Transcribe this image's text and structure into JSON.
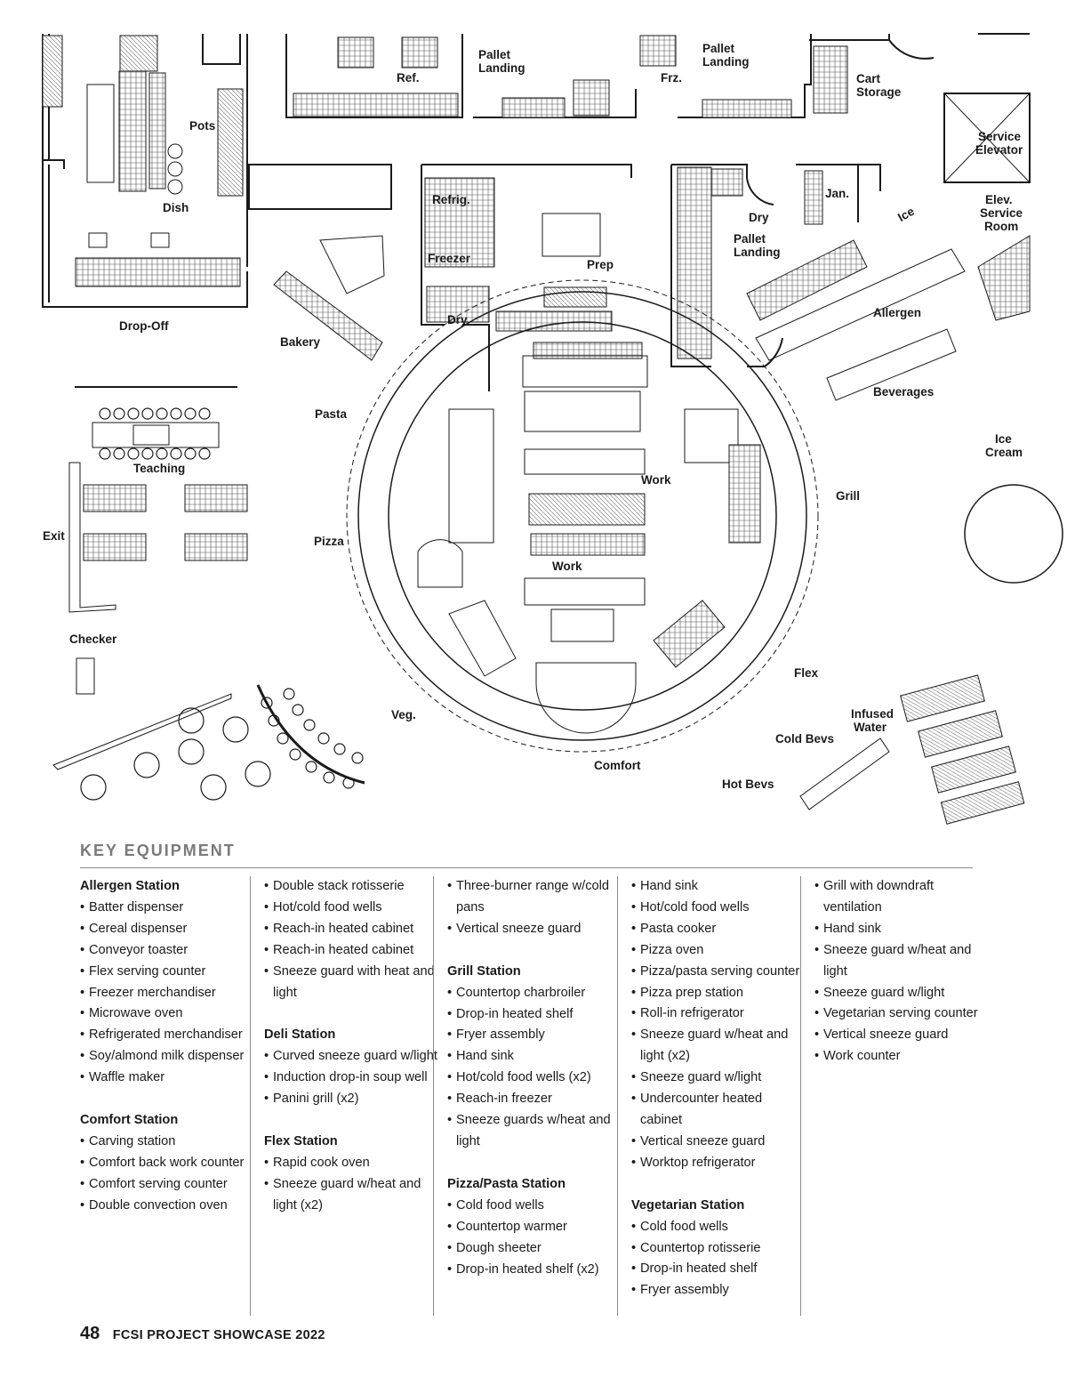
{
  "plan_labels": {
    "ref": "Ref.",
    "pallet_landing_1": [
      "Pallet",
      "Landing"
    ],
    "frz": "Frz.",
    "pallet_landing_2": [
      "Pallet",
      "Landing"
    ],
    "cart_storage": [
      "Cart",
      "Storage"
    ],
    "service_elevator": [
      "Service",
      "Elevator"
    ],
    "pots": "Pots",
    "dish": "Dish",
    "refrig": "Refrig.",
    "freezer": "Freezer",
    "prep": "Prep",
    "jan": "Jan.",
    "dry_1": "Dry",
    "pallet_landing_3": [
      "Pallet",
      "Landing"
    ],
    "ice": "Ice",
    "elev_service_room": [
      "Elev.",
      "Service",
      "Room"
    ],
    "drop_off": "Drop-Off",
    "bakery": "Bakery",
    "dry_2": "Dry",
    "allergen": "Allergen",
    "beverages": "Beverages",
    "pasta": "Pasta",
    "teaching": "Teaching",
    "ice_cream": [
      "Ice",
      "Cream"
    ],
    "work_1": "Work",
    "grill": "Grill",
    "exit": "Exit",
    "pizza": "Pizza",
    "work_2": "Work",
    "checker": "Checker",
    "flex": "Flex",
    "infused_water": [
      "Infused",
      "Water"
    ],
    "veg": "Veg.",
    "cold_bevs": "Cold Bevs",
    "comfort": "Comfort",
    "hot_bevs": "Hot Bevs"
  },
  "key_equipment": {
    "title": "KEY EQUIPMENT",
    "columns": [
      [
        {
          "heading": "Allergen Station",
          "items": [
            "Batter dispenser",
            "Cereal dispenser",
            "Conveyor toaster",
            "Flex serving counter",
            "Freezer merchandiser",
            "Microwave oven",
            "Refrigerated merchandiser",
            "Soy/almond milk dispenser",
            "Waffle maker"
          ]
        },
        {
          "heading": "Comfort Station",
          "items": [
            "Carving station",
            "Comfort back work counter",
            "Comfort serving counter",
            "Double convection oven"
          ]
        }
      ],
      [
        {
          "heading": "",
          "items": [
            "Double stack rotisserie",
            "Hot/cold food wells",
            "Reach-in heated cabinet",
            "Reach-in heated cabinet",
            "Sneeze guard with heat and light"
          ]
        },
        {
          "heading": "Deli Station",
          "items": [
            "Curved sneeze guard w/light",
            "Induction drop-in soup well",
            "Panini grill (x2)"
          ]
        },
        {
          "heading": "Flex Station",
          "items": [
            "Rapid cook oven",
            "Sneeze guard w/heat and light (x2)"
          ]
        }
      ],
      [
        {
          "heading": "",
          "items": [
            "Three-burner range w/cold pans",
            "Vertical sneeze guard"
          ]
        },
        {
          "heading": "Grill Station",
          "items": [
            "Countertop charbroiler",
            "Drop-in heated shelf",
            "Fryer assembly",
            "Hand sink",
            "Hot/cold food wells (x2)",
            "Reach-in freezer",
            "Sneeze guards w/heat and light"
          ]
        },
        {
          "heading": "Pizza/Pasta Station",
          "items": [
            "Cold food wells",
            "Countertop warmer",
            "Dough sheeter",
            "Drop-in heated shelf (x2)"
          ]
        }
      ],
      [
        {
          "heading": "",
          "items": [
            "Hand sink",
            "Hot/cold food wells",
            "Pasta cooker",
            "Pizza oven",
            "Pizza/pasta serving counter",
            "Pizza prep station",
            "Roll-in refrigerator",
            "Sneeze guard w/heat and light (x2)",
            "Sneeze guard w/light",
            "Undercounter heated cabinet",
            "Vertical sneeze guard",
            "Worktop refrigerator"
          ]
        },
        {
          "heading": "Vegetarian Station",
          "items": [
            "Cold food wells",
            "Countertop rotisserie",
            "Drop-in heated shelf",
            "Fryer assembly"
          ]
        }
      ],
      [
        {
          "heading": "",
          "items": [
            "Grill with downdraft ventilation",
            "Hand sink",
            "Sneeze guard w/heat and light",
            "Sneeze guard w/light",
            "Vegetarian serving counter",
            "Vertical sneeze guard",
            "Work counter"
          ]
        }
      ]
    ]
  },
  "footer": {
    "page_number": "48",
    "publication": "FCSI PROJECT SHOWCASE 2022"
  }
}
